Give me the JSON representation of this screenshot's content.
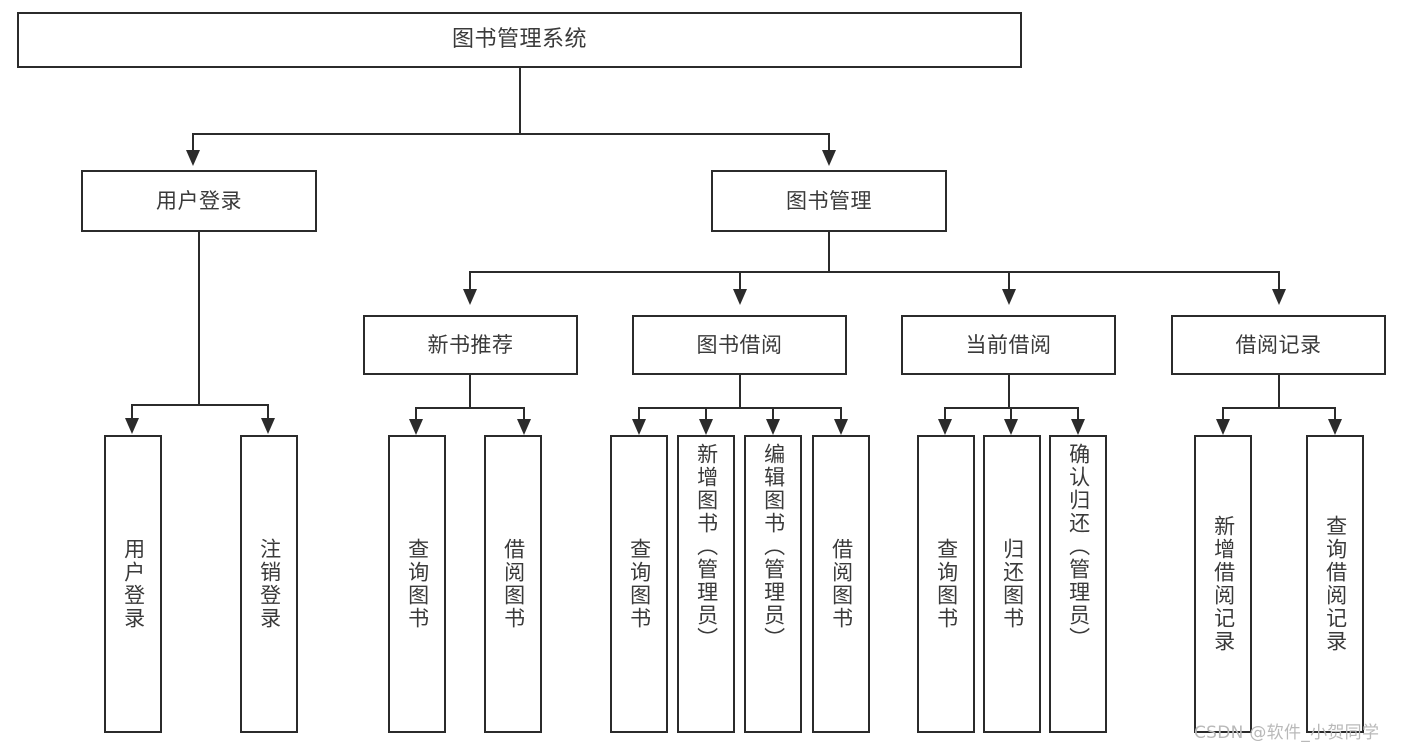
{
  "diagram": {
    "type": "tree",
    "title": "图书管理系统",
    "root": {
      "label": "图书管理系统"
    },
    "level2": [
      {
        "label": "用户登录"
      },
      {
        "label": "图书管理"
      }
    ],
    "level3": [
      {
        "label": "新书推荐"
      },
      {
        "label": "图书借阅"
      },
      {
        "label": "当前借阅"
      },
      {
        "label": "借阅记录"
      }
    ],
    "leaves": {
      "user_login": [
        {
          "label": "用户登录"
        },
        {
          "label": "注销登录"
        }
      ],
      "new_book_recommend": [
        {
          "label": "查询图书"
        },
        {
          "label": "借阅图书"
        }
      ],
      "book_borrow": [
        {
          "label": "查询图书"
        },
        {
          "label": "新增图书（管理员）"
        },
        {
          "label": "编辑图书（管理员）"
        },
        {
          "label": "借阅图书"
        }
      ],
      "current_borrow": [
        {
          "label": "查询图书"
        },
        {
          "label": "归还图书"
        },
        {
          "label": "确认归还（管理员）"
        }
      ],
      "borrow_record": [
        {
          "label": "新增借阅记录"
        },
        {
          "label": "查询借阅记录"
        }
      ]
    }
  },
  "watermark": {
    "text": "CSDN @软件_小贺同学"
  },
  "colors": {
    "background": "#ffffff",
    "box_border": "#2b2b2b",
    "text": "#3a3a3a",
    "connector": "#2b2b2b",
    "watermark": "#b9b9b9"
  }
}
